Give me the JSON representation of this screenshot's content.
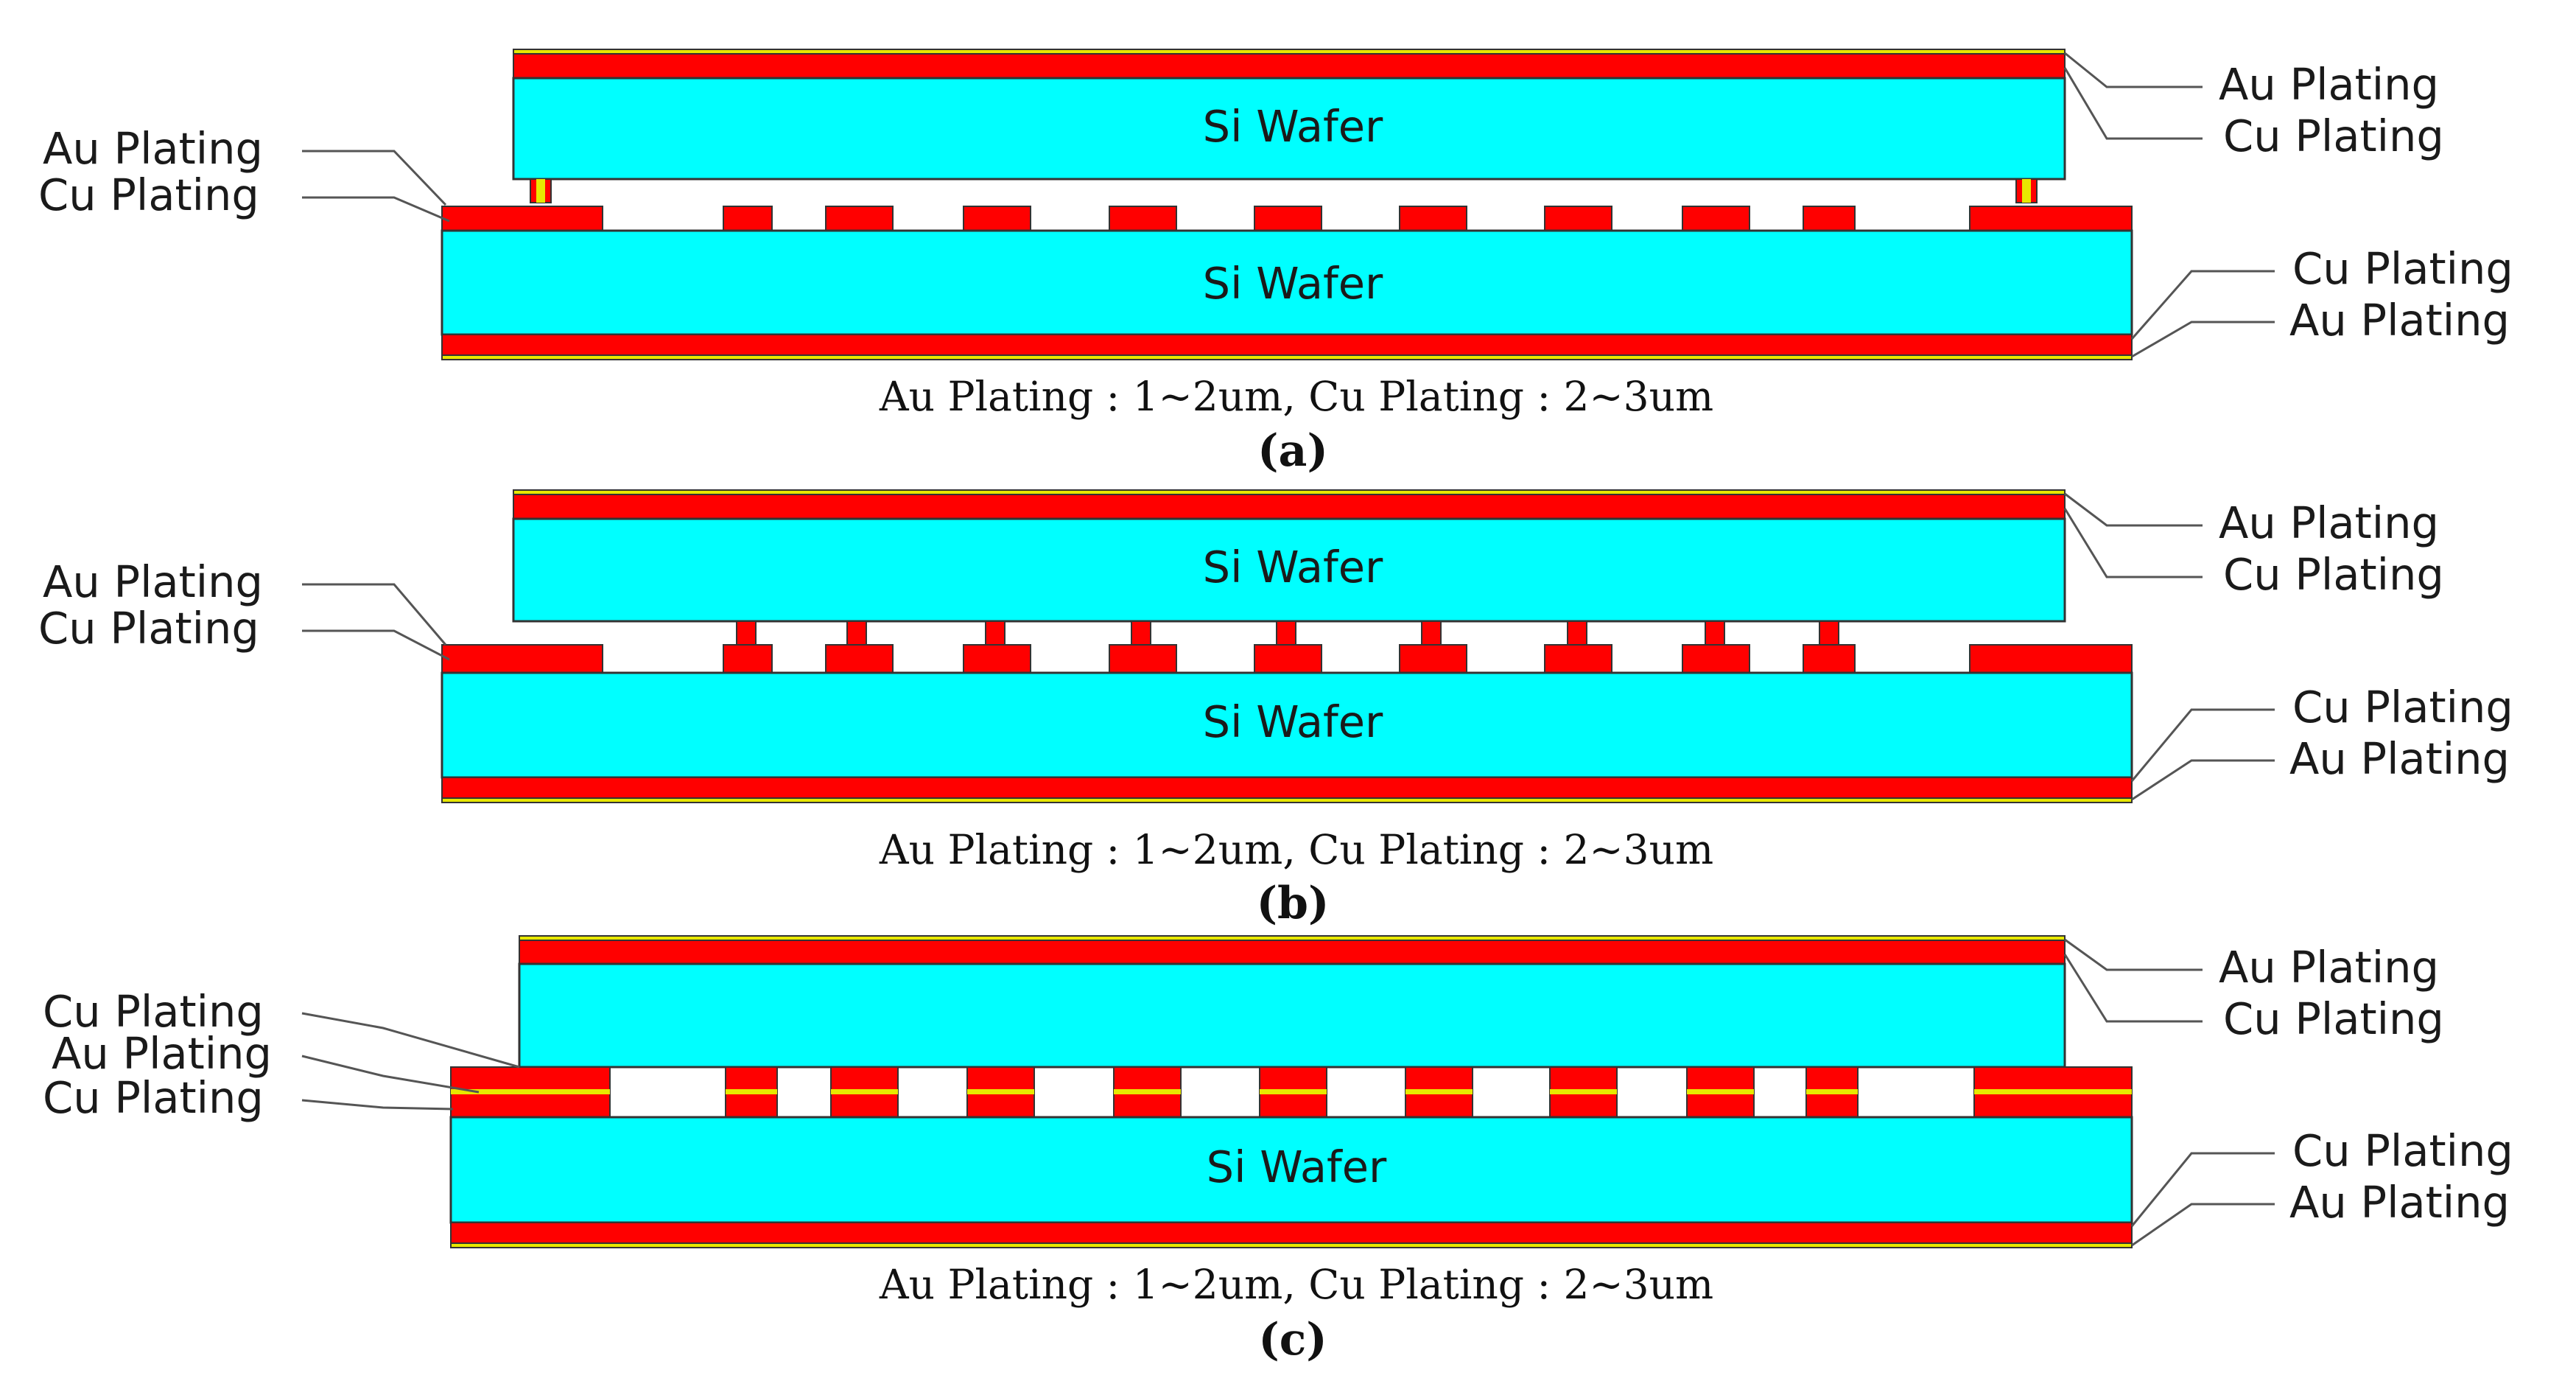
{
  "colors": {
    "si_wafer": "#00FFFF",
    "cu_plating": "#FF0000",
    "au_plating": "#E8E800",
    "outline": "#333333",
    "leader": "#555555",
    "text": "#1a1a1a"
  },
  "panels": [
    {
      "tag": "(a)",
      "spec": "Au Plating : 1~2um, Cu Plating : 2~3um",
      "top_wafer_label": "Si Wafer",
      "bottom_wafer_label": "Si Wafer",
      "left_labels": [
        "Au Plating",
        "Cu Plating"
      ],
      "right_top_labels": [
        "Au Plating",
        "Cu Plating"
      ],
      "right_bottom_labels": [
        "Cu Plating",
        "Au Plating"
      ]
    },
    {
      "tag": "(b)",
      "spec": "Au Plating : 1~2um, Cu Plating : 2~3um",
      "top_wafer_label": "Si Wafer",
      "bottom_wafer_label": "Si Wafer",
      "left_labels": [
        "Au Plating",
        "Cu Plating"
      ],
      "right_top_labels": [
        "Au Plating",
        "Cu Plating"
      ],
      "right_bottom_labels": [
        "Cu Plating",
        "Au Plating"
      ]
    },
    {
      "tag": "(c)",
      "spec": "Au Plating : 1~2um, Cu Plating : 2~3um",
      "top_wafer_label": "",
      "bottom_wafer_label": "Si Wafer",
      "left_labels": [
        "Cu Plating",
        "Au Plating",
        "Cu Plating"
      ],
      "right_top_labels": [
        "Au Plating",
        "Cu Plating"
      ],
      "right_bottom_labels": [
        "Cu Plating",
        "Au Plating"
      ]
    }
  ]
}
